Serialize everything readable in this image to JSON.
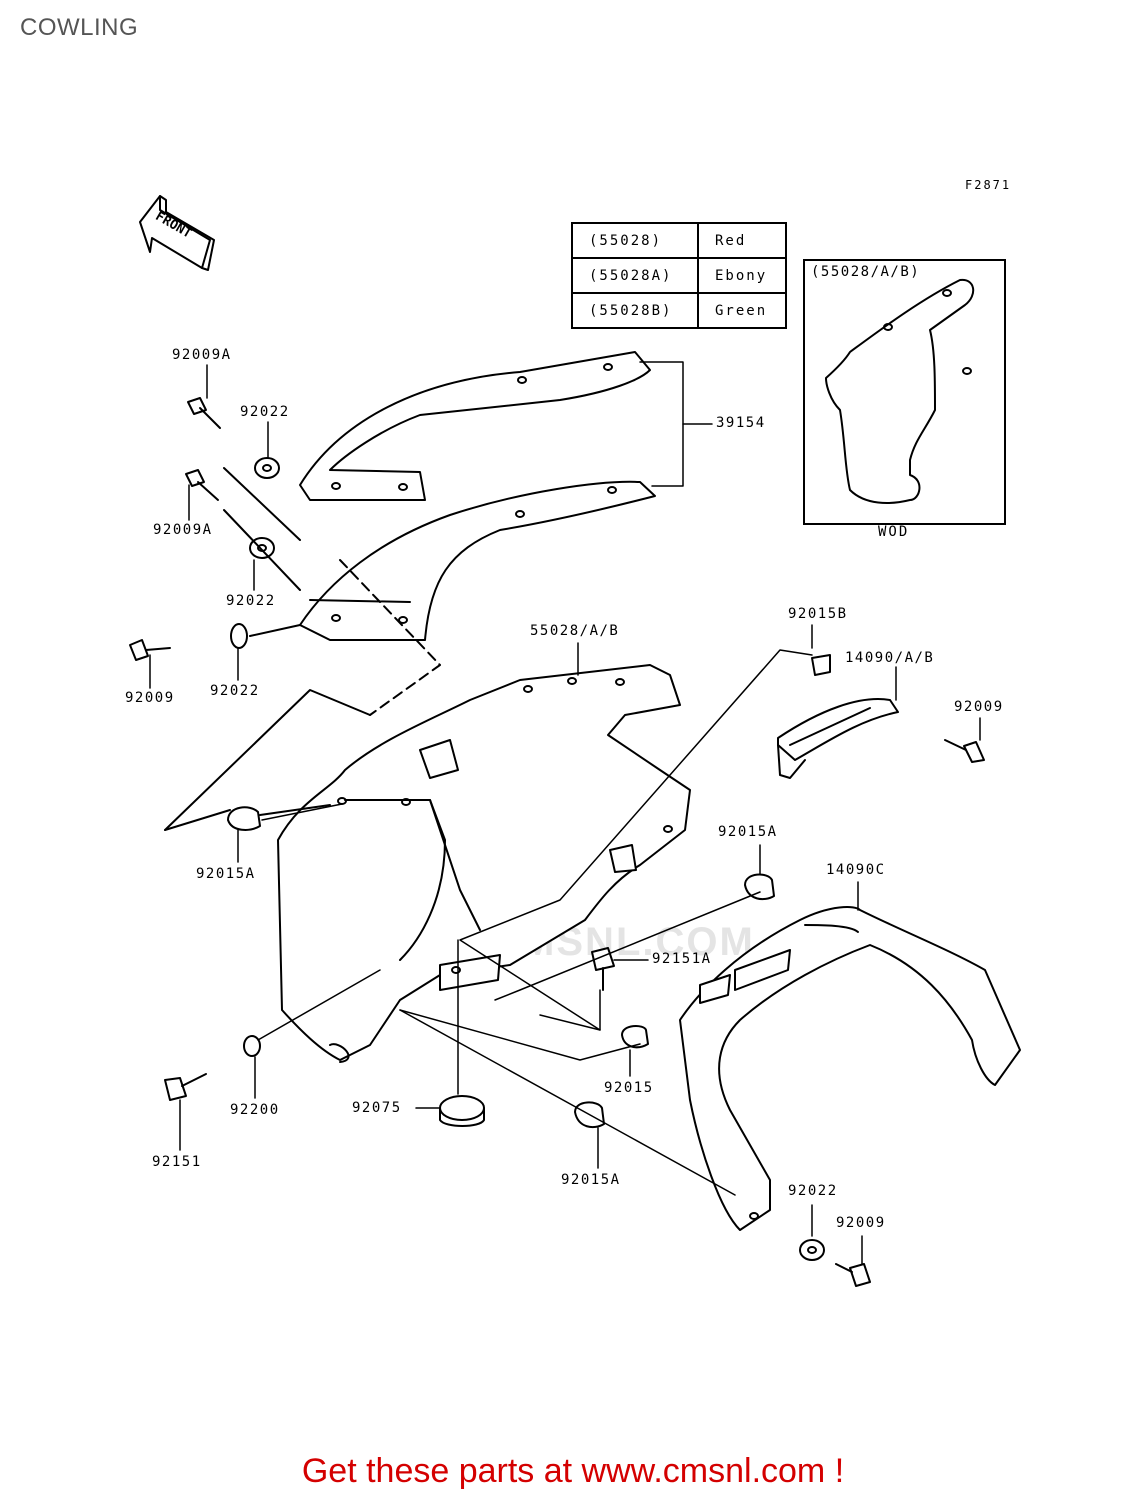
{
  "page": {
    "title": "COWLING",
    "figure_code": "F2871",
    "front_arrow_label": "FRONT",
    "footer": "Get these parts at www.cmsnl.com !",
    "watermark": "WWW.CMSNL.COM"
  },
  "color_table": [
    {
      "code": "(55028)",
      "color": "Red"
    },
    {
      "code": "(55028A)",
      "color": "Ebony"
    },
    {
      "code": "(55028B)",
      "color": "Green"
    }
  ],
  "inset": {
    "title": "(55028/A/B)",
    "caption": "WOD"
  },
  "callouts": {
    "c01": "92009A",
    "c02": "92022",
    "c03": "92009A",
    "c04": "92022",
    "c05": "92009",
    "c06": "92022",
    "c07": "39154",
    "c08": "55028/A/B",
    "c09": "92015B",
    "c10": "14090/A/B",
    "c11": "92009",
    "c12": "92015A",
    "c13": "92015A",
    "c14": "14090C",
    "c15": "92151A",
    "c16": "92015",
    "c17": "92200",
    "c18": "92075",
    "c19": "92151",
    "c20": "92015A",
    "c21": "92022",
    "c22": "92009"
  }
}
